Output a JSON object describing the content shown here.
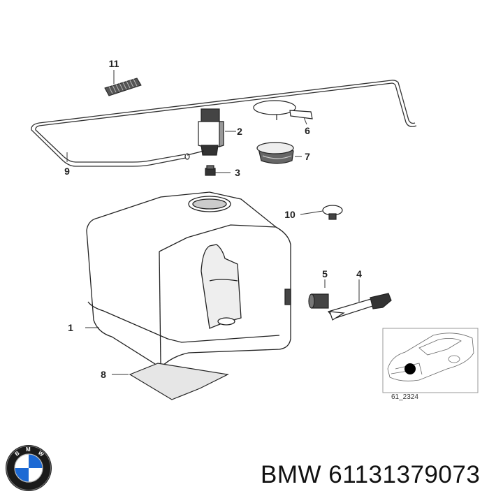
{
  "diagram": {
    "callouts": [
      {
        "id": "c1",
        "label": "1"
      },
      {
        "id": "c2",
        "label": "2"
      },
      {
        "id": "c3",
        "label": "3"
      },
      {
        "id": "c4",
        "label": "4"
      },
      {
        "id": "c5",
        "label": "5"
      },
      {
        "id": "c6",
        "label": "6"
      },
      {
        "id": "c7",
        "label": "7"
      },
      {
        "id": "c8",
        "label": "8"
      },
      {
        "id": "c9",
        "label": "9"
      },
      {
        "id": "c10",
        "label": "10"
      },
      {
        "id": "c11",
        "label": "11"
      }
    ],
    "inset_code": "61_2324"
  },
  "brand": {
    "logo_letters": "BMW",
    "part_number": "BMW 61131379073",
    "logo_colors": {
      "blue": "#1c69d4",
      "ring": "#1a1a1a",
      "white": "#ffffff"
    }
  }
}
